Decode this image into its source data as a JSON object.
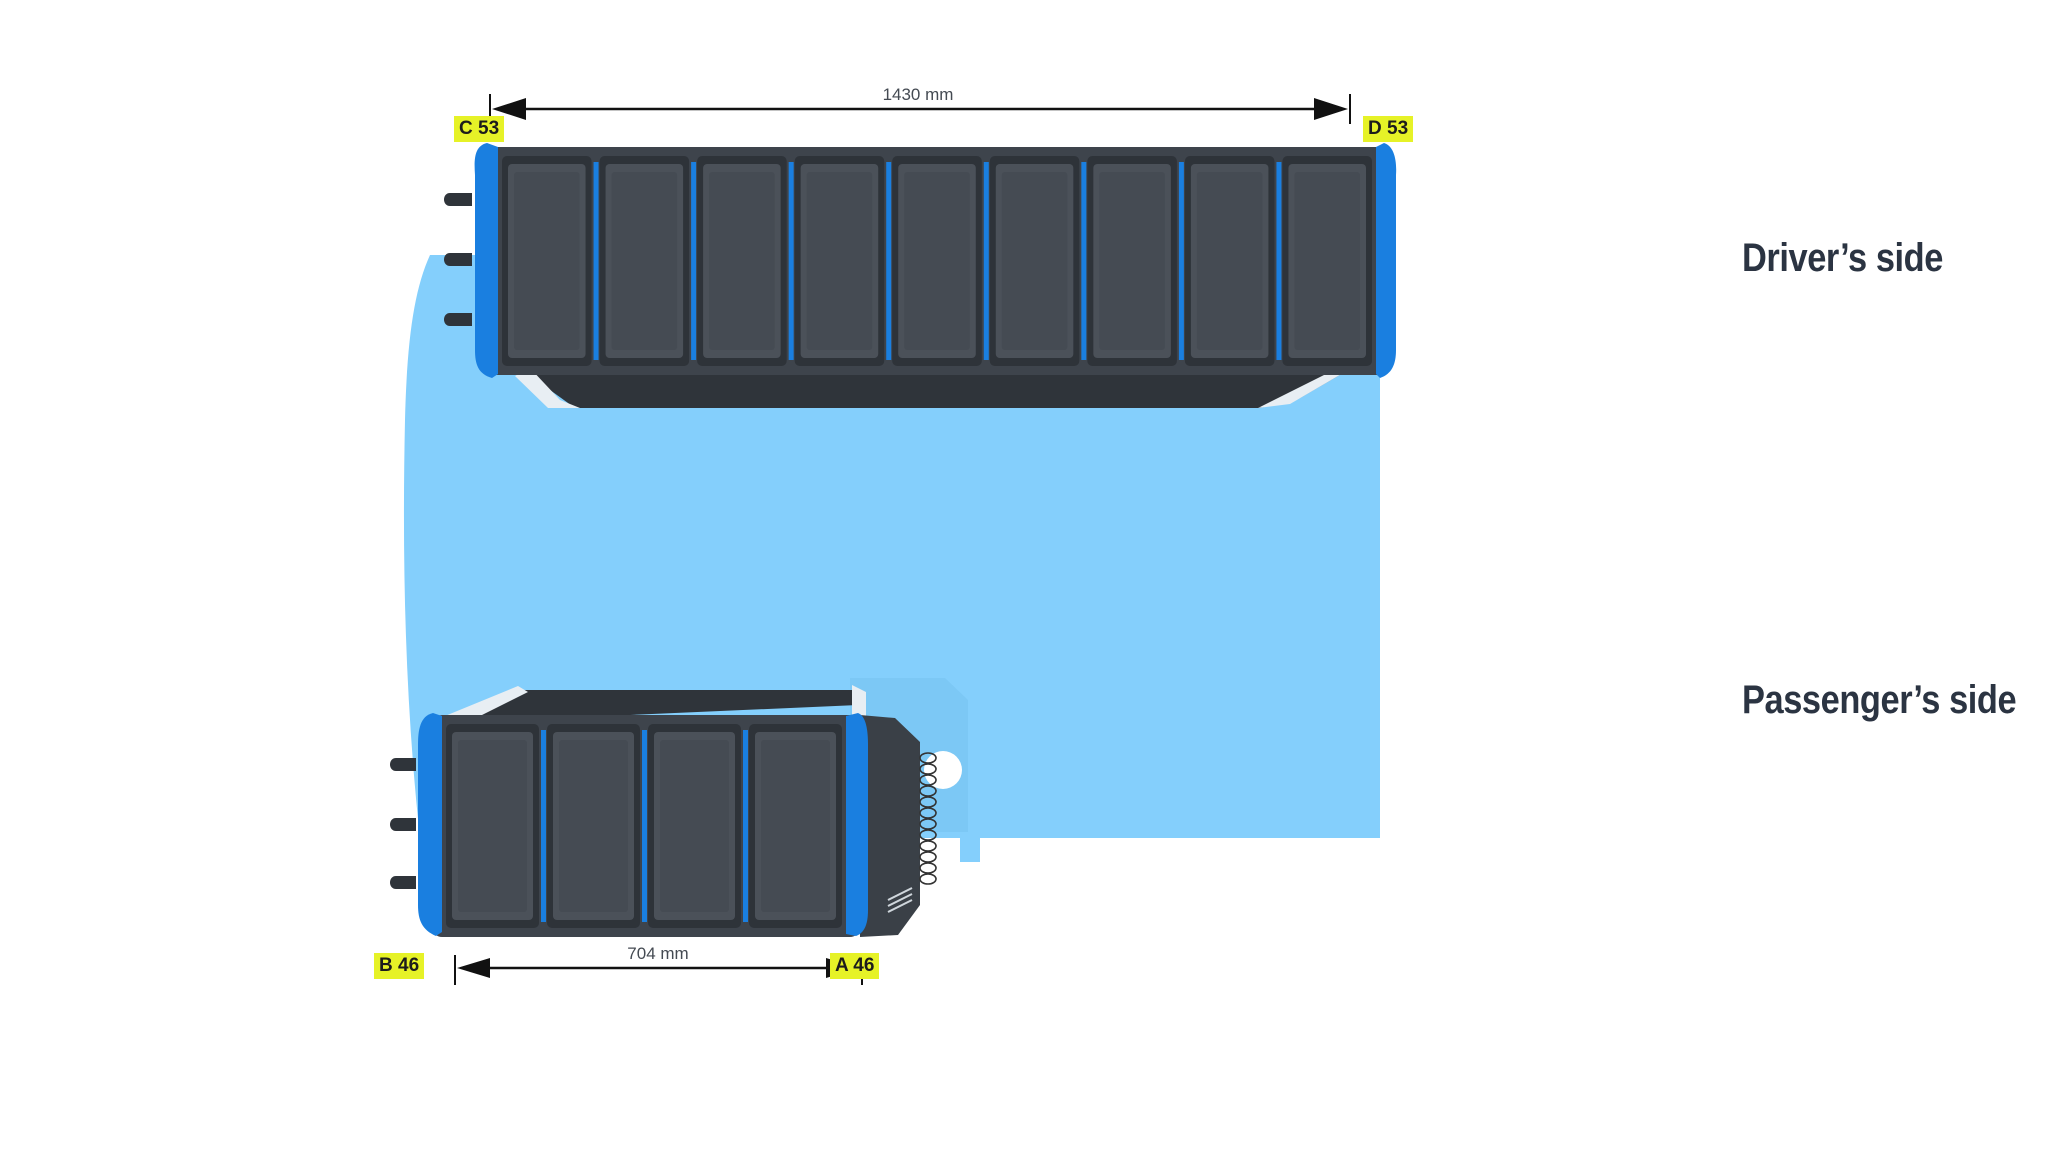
{
  "labels": {
    "drivers_side": "Driver’s side",
    "passengers_side": "Passenger’s side"
  },
  "dimensions": {
    "top": "1430 mm",
    "bottom": "704 mm"
  },
  "corners": {
    "c": "C 53",
    "d": "D 53",
    "b": "B 46",
    "a": "A 46"
  },
  "shelves": {
    "drivers_side_compartments": 9,
    "passengers_side_compartments": 4
  },
  "icons": {
    "dimension_arrow": "double-arrow-icon",
    "hook": "hook-icon",
    "spring": "spring-icon"
  },
  "colors": {
    "floor": "#84cffc",
    "floor_light": "#9fd8fb",
    "shelf_body": "#3e444c",
    "shelf_bin": "#4b5159",
    "shelf_edge": "#2e3339",
    "accent_blue": "#1a7fe0",
    "tag_yellow": "#e6f227",
    "label_text": "#2b3442"
  }
}
